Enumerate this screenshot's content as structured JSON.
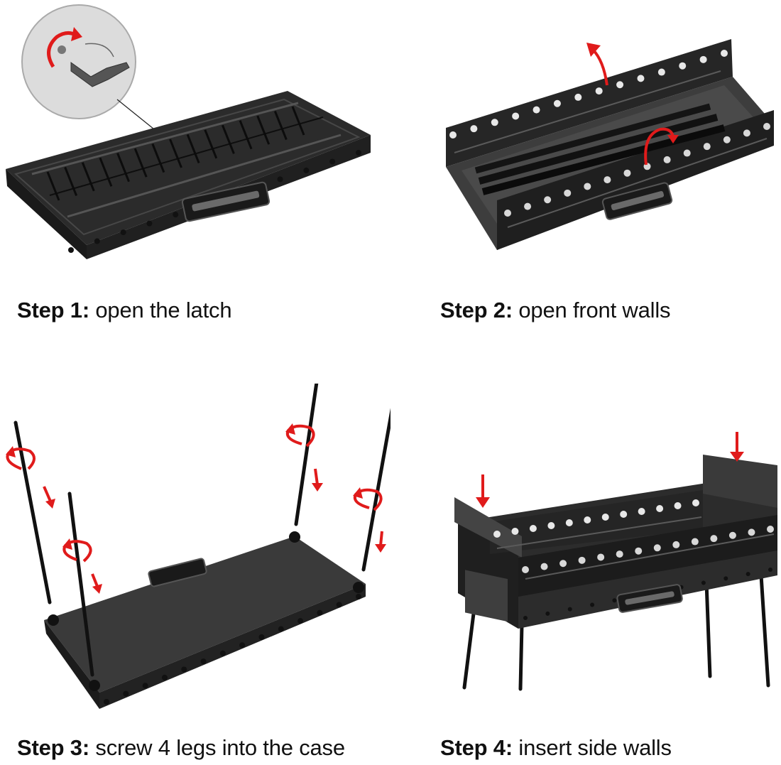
{
  "steps": [
    {
      "label": "Step 1:",
      "text": "open the latch"
    },
    {
      "label": "Step 2:",
      "text": "open front walls"
    },
    {
      "label": "Step 3:",
      "text": "screw 4 legs into the case"
    },
    {
      "label": "Step 4:",
      "text": "insert side walls"
    }
  ],
  "colors": {
    "metal": "#2a2a2a",
    "metal_dark": "#161616",
    "metal_light": "#4a4a4a",
    "arrow": "#e01b1b",
    "zoom_bg": "#dcdcdc"
  },
  "icons": [
    "rotate-arrow-icon",
    "down-arrow-icon",
    "up-arrow-icon"
  ]
}
